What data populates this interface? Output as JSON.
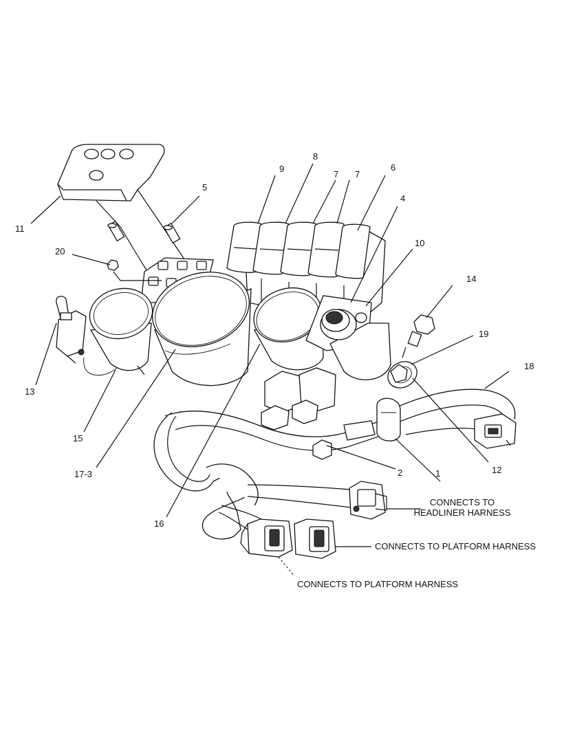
{
  "callouts": [
    {
      "id": "c1",
      "label": "1"
    },
    {
      "id": "c2",
      "label": "2"
    },
    {
      "id": "c4",
      "label": "4"
    },
    {
      "id": "c5",
      "label": "5"
    },
    {
      "id": "c6",
      "label": "6"
    },
    {
      "id": "c7a",
      "label": "7"
    },
    {
      "id": "c7b",
      "label": "7"
    },
    {
      "id": "c8",
      "label": "8"
    },
    {
      "id": "c9",
      "label": "9"
    },
    {
      "id": "c10",
      "label": "10"
    },
    {
      "id": "c11",
      "label": "11"
    },
    {
      "id": "c12",
      "label": "12"
    },
    {
      "id": "c13",
      "label": "13"
    },
    {
      "id": "c14",
      "label": "14"
    },
    {
      "id": "c15",
      "label": "15"
    },
    {
      "id": "c16",
      "label": "16"
    },
    {
      "id": "c17",
      "label": "17-3"
    },
    {
      "id": "c18",
      "label": "18"
    },
    {
      "id": "c19",
      "label": "19"
    },
    {
      "id": "c20",
      "label": "20"
    }
  ],
  "notes": {
    "headliner_line1": "CONNECTS TO",
    "headliner_line2": "HEADLINER HARNESS",
    "platform_right": "CONNECTS TO PLATFORM HARNESS",
    "platform_bottom": "CONNECTS TO PLATFORM HARNESS"
  }
}
